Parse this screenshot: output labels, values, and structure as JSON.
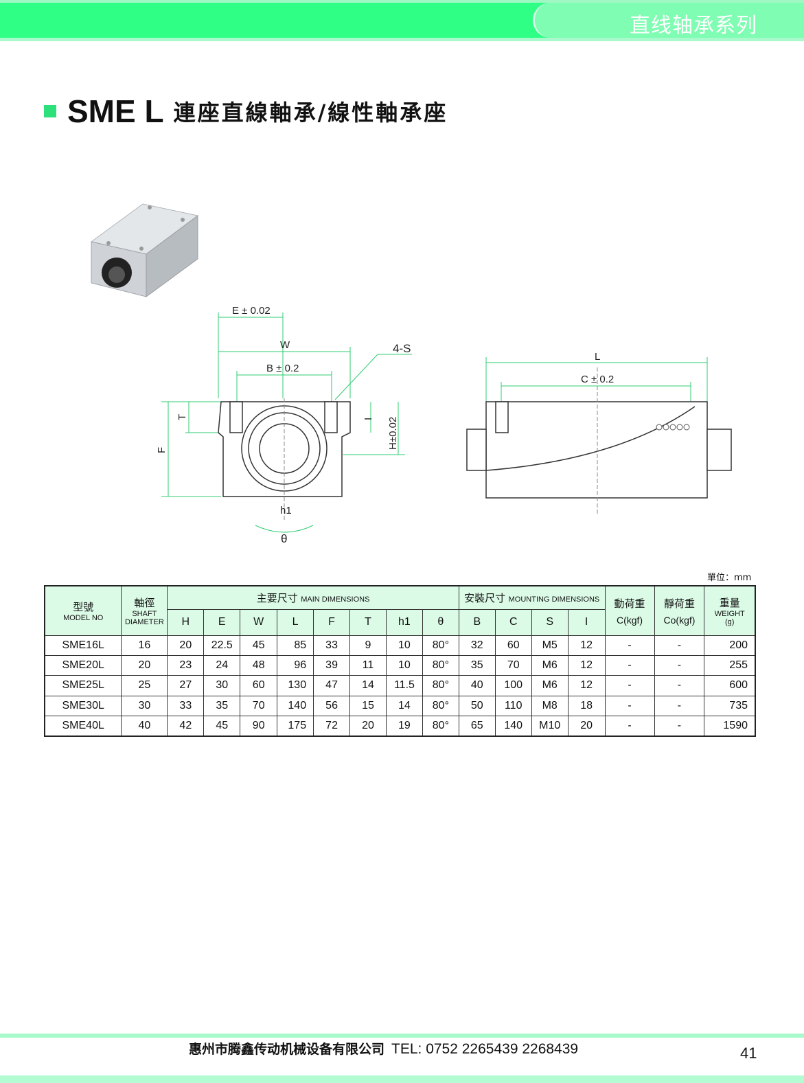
{
  "header": {
    "series": "直线轴承系列"
  },
  "title": {
    "model": "SME L",
    "name": "連座直線軸承/線性軸承座"
  },
  "drawing": {
    "labels": {
      "e": "E ± 0.02",
      "w": "W",
      "s": "4-S",
      "b": "B ± 0.2",
      "t": "T",
      "f": "F",
      "i": "I",
      "h": "H±0.02",
      "h1": "h1",
      "theta": "θ",
      "l": "L",
      "c": "C ± 0.2"
    }
  },
  "unit": "單位：mm",
  "table": {
    "model_cn": "型號",
    "model_en": "MODEL NO",
    "shaft_cn": "軸徑",
    "shaft_en1": "SHAFT",
    "shaft_en2": "DIAMETER",
    "main_cn": "主要尺寸",
    "main_en": "MAIN DIMENSIONS",
    "mount_cn": "安裝尺寸",
    "mount_en": "MOUNTING DIMENSIONS",
    "dyn_cn": "動荷重",
    "dyn_en": "C(kgf)",
    "stat_cn": "靜荷重",
    "stat_en": "Co(kgf)",
    "weight_cn": "重量",
    "weight_en": "WEIGHT",
    "weight_unit": "(g)",
    "sub": [
      "H",
      "E",
      "W",
      "L",
      "F",
      "T",
      "h1",
      "θ",
      "B",
      "C",
      "S",
      "I"
    ],
    "rows": [
      [
        "SME16L",
        "16",
        "20",
        "22.5",
        "45",
        "85",
        "33",
        "9",
        "10",
        "80°",
        "32",
        "60",
        "M5",
        "12",
        "-",
        "-",
        "200"
      ],
      [
        "SME20L",
        "20",
        "23",
        "24",
        "48",
        "96",
        "39",
        "11",
        "10",
        "80°",
        "35",
        "70",
        "M6",
        "12",
        "-",
        "-",
        "255"
      ],
      [
        "SME25L",
        "25",
        "27",
        "30",
        "60",
        "130",
        "47",
        "14",
        "11.5",
        "80°",
        "40",
        "100",
        "M6",
        "12",
        "-",
        "-",
        "600"
      ],
      [
        "SME30L",
        "30",
        "33",
        "35",
        "70",
        "140",
        "56",
        "15",
        "14",
        "80°",
        "50",
        "110",
        "M8",
        "18",
        "-",
        "-",
        "735"
      ],
      [
        "SME40L",
        "40",
        "42",
        "45",
        "90",
        "175",
        "72",
        "20",
        "19",
        "80°",
        "65",
        "140",
        "M10",
        "20",
        "-",
        "-",
        "1590"
      ]
    ]
  },
  "footer": {
    "company": "惠州市腾鑫传动机械设备有限公司",
    "tel": "TEL: 0752  2265439  2268439",
    "page": "41"
  }
}
